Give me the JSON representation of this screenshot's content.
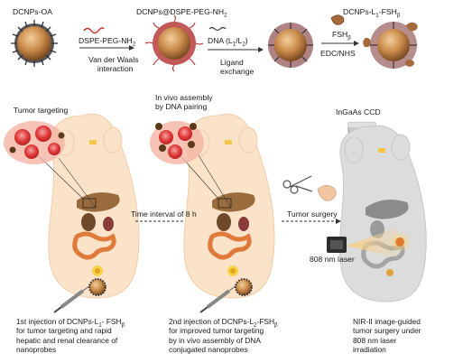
{
  "top_row": {
    "np1_label": "DCNPs-OA",
    "np2_label_main": "DCNPs@DSPE-PEG-NH",
    "np2_label_sub": "2",
    "step1_reagent_main": "DSPE-PEG-NH",
    "step1_reagent_sub": "2",
    "step1_mechanism_line1": "Van der Waals",
    "step1_mechanism_line2": "interaction",
    "step2_reagent_main": "DNA (L",
    "step2_reagent_sub1": "1",
    "step2_reagent_mid": "/L",
    "step2_reagent_sub2": "2",
    "step2_reagent_end": ")",
    "step2_mechanism_line1": "Ligand",
    "step2_mechanism_line2": "exchange",
    "step3_reagent_main": "FSH",
    "step3_reagent_sub": "β",
    "step3_mechanism": "EDC/NHS",
    "np4_label_main": "DCNPs-L",
    "np4_label_sub1": "1",
    "np4_label_mid": "-FSH",
    "np4_label_sub2": "β"
  },
  "middle_row": {
    "panel1_title": "Tumor targeting",
    "panel2_title_line1": "In vivo assembly",
    "panel2_title_line2": "by DNA pairing",
    "time_label": "Time interval of 8 h",
    "camera_label": "InGaAs CCD",
    "surgery_label": "Tumor surgery",
    "laser_label": "808 nm laser"
  },
  "captions": {
    "c1_line1_main": "1st injection of  DCNPs-L",
    "c1_line1_sub1": "1",
    "c1_line1_mid": "- FSH",
    "c1_line1_sub2": "β",
    "c1_line2": "for tumor targeting   and   rapid",
    "c1_line3": "hepatic and renal clearance of",
    "c1_line4": "nanoprobes",
    "c2_line1_main": "2nd injection of DCNPs-L",
    "c2_line1_sub1": "2",
    "c2_line1_mid": "-FSH",
    "c2_line1_sub2": "β",
    "c2_line2": "for   improved tumor targeting",
    "c2_line3": "by in vivo assembly of DNA",
    "c2_line4": "conjugated nanoprobes",
    "c3_line1": "NIR-II  image-guided",
    "c3_line2": "tumor   surgery   under",
    "c3_line3": "808       nm       laser",
    "c3_line4": "irradiation"
  },
  "colors": {
    "mouse_skin": "#fbe3c9",
    "mouse_gray": "#dcdcdc",
    "liver": "#9a6b3c",
    "intestine": "#e07a3b",
    "tumor": "#e03a3a",
    "nanoparticle_core": "#c98a4a",
    "laser": "#e8c27a"
  }
}
